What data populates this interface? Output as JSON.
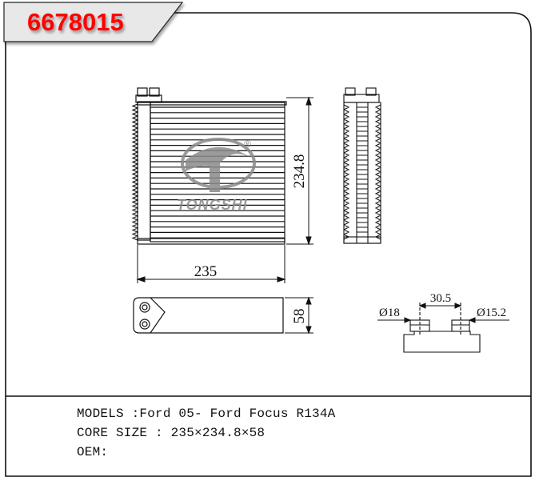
{
  "part_number": "6678015",
  "brand": {
    "name": "TONGSHI",
    "mark": "®"
  },
  "dimensions": {
    "width": "235",
    "height": "234.8",
    "depth": "58",
    "pipe_spacing": "30.5",
    "pipe_left_dia": "Ø18",
    "pipe_right_dia": "Ø15.2"
  },
  "specs": {
    "models": "MODELS :Ford 05- Ford Focus R134A",
    "core_size": "CORE SIZE : 235×234.8×58",
    "oem": "OEM:"
  },
  "colors": {
    "part_number": "#ff0000",
    "tag": "#e8e8e8",
    "line": "#111111",
    "logo": "#8a8a8a"
  }
}
